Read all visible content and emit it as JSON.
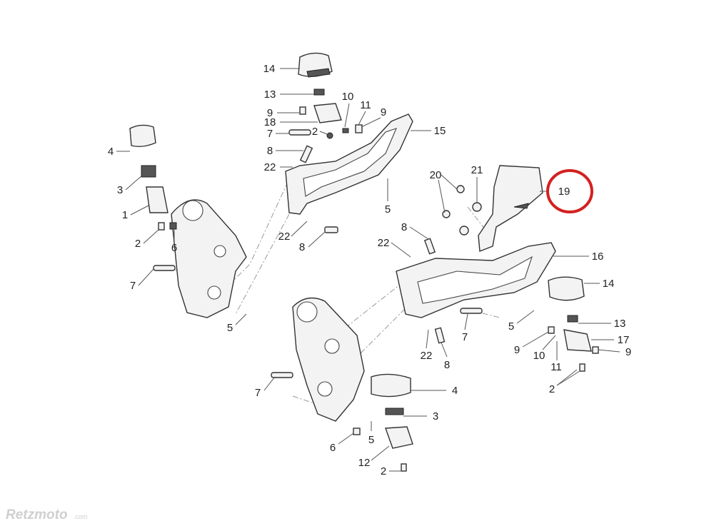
{
  "title": "Footrest assembly exploded parts diagram",
  "callouts": [
    "14",
    "13",
    "10",
    "11",
    "9",
    "9",
    "18",
    "7",
    "2",
    "15",
    "8",
    "22",
    "5",
    "22",
    "8",
    "4",
    "3",
    "1",
    "2",
    "6",
    "7",
    "5",
    "20",
    "21",
    "19",
    "8",
    "22",
    "16",
    "14",
    "13",
    "17",
    "5",
    "9",
    "9",
    "10",
    "11",
    "2",
    "22",
    "8",
    "7",
    "7",
    "4",
    "3",
    "5",
    "6",
    "12",
    "2"
  ],
  "highlight": {
    "callout": "19",
    "color": "#d42020"
  },
  "watermark": {
    "brand": "Retzmoto",
    "suffix": ".com"
  }
}
